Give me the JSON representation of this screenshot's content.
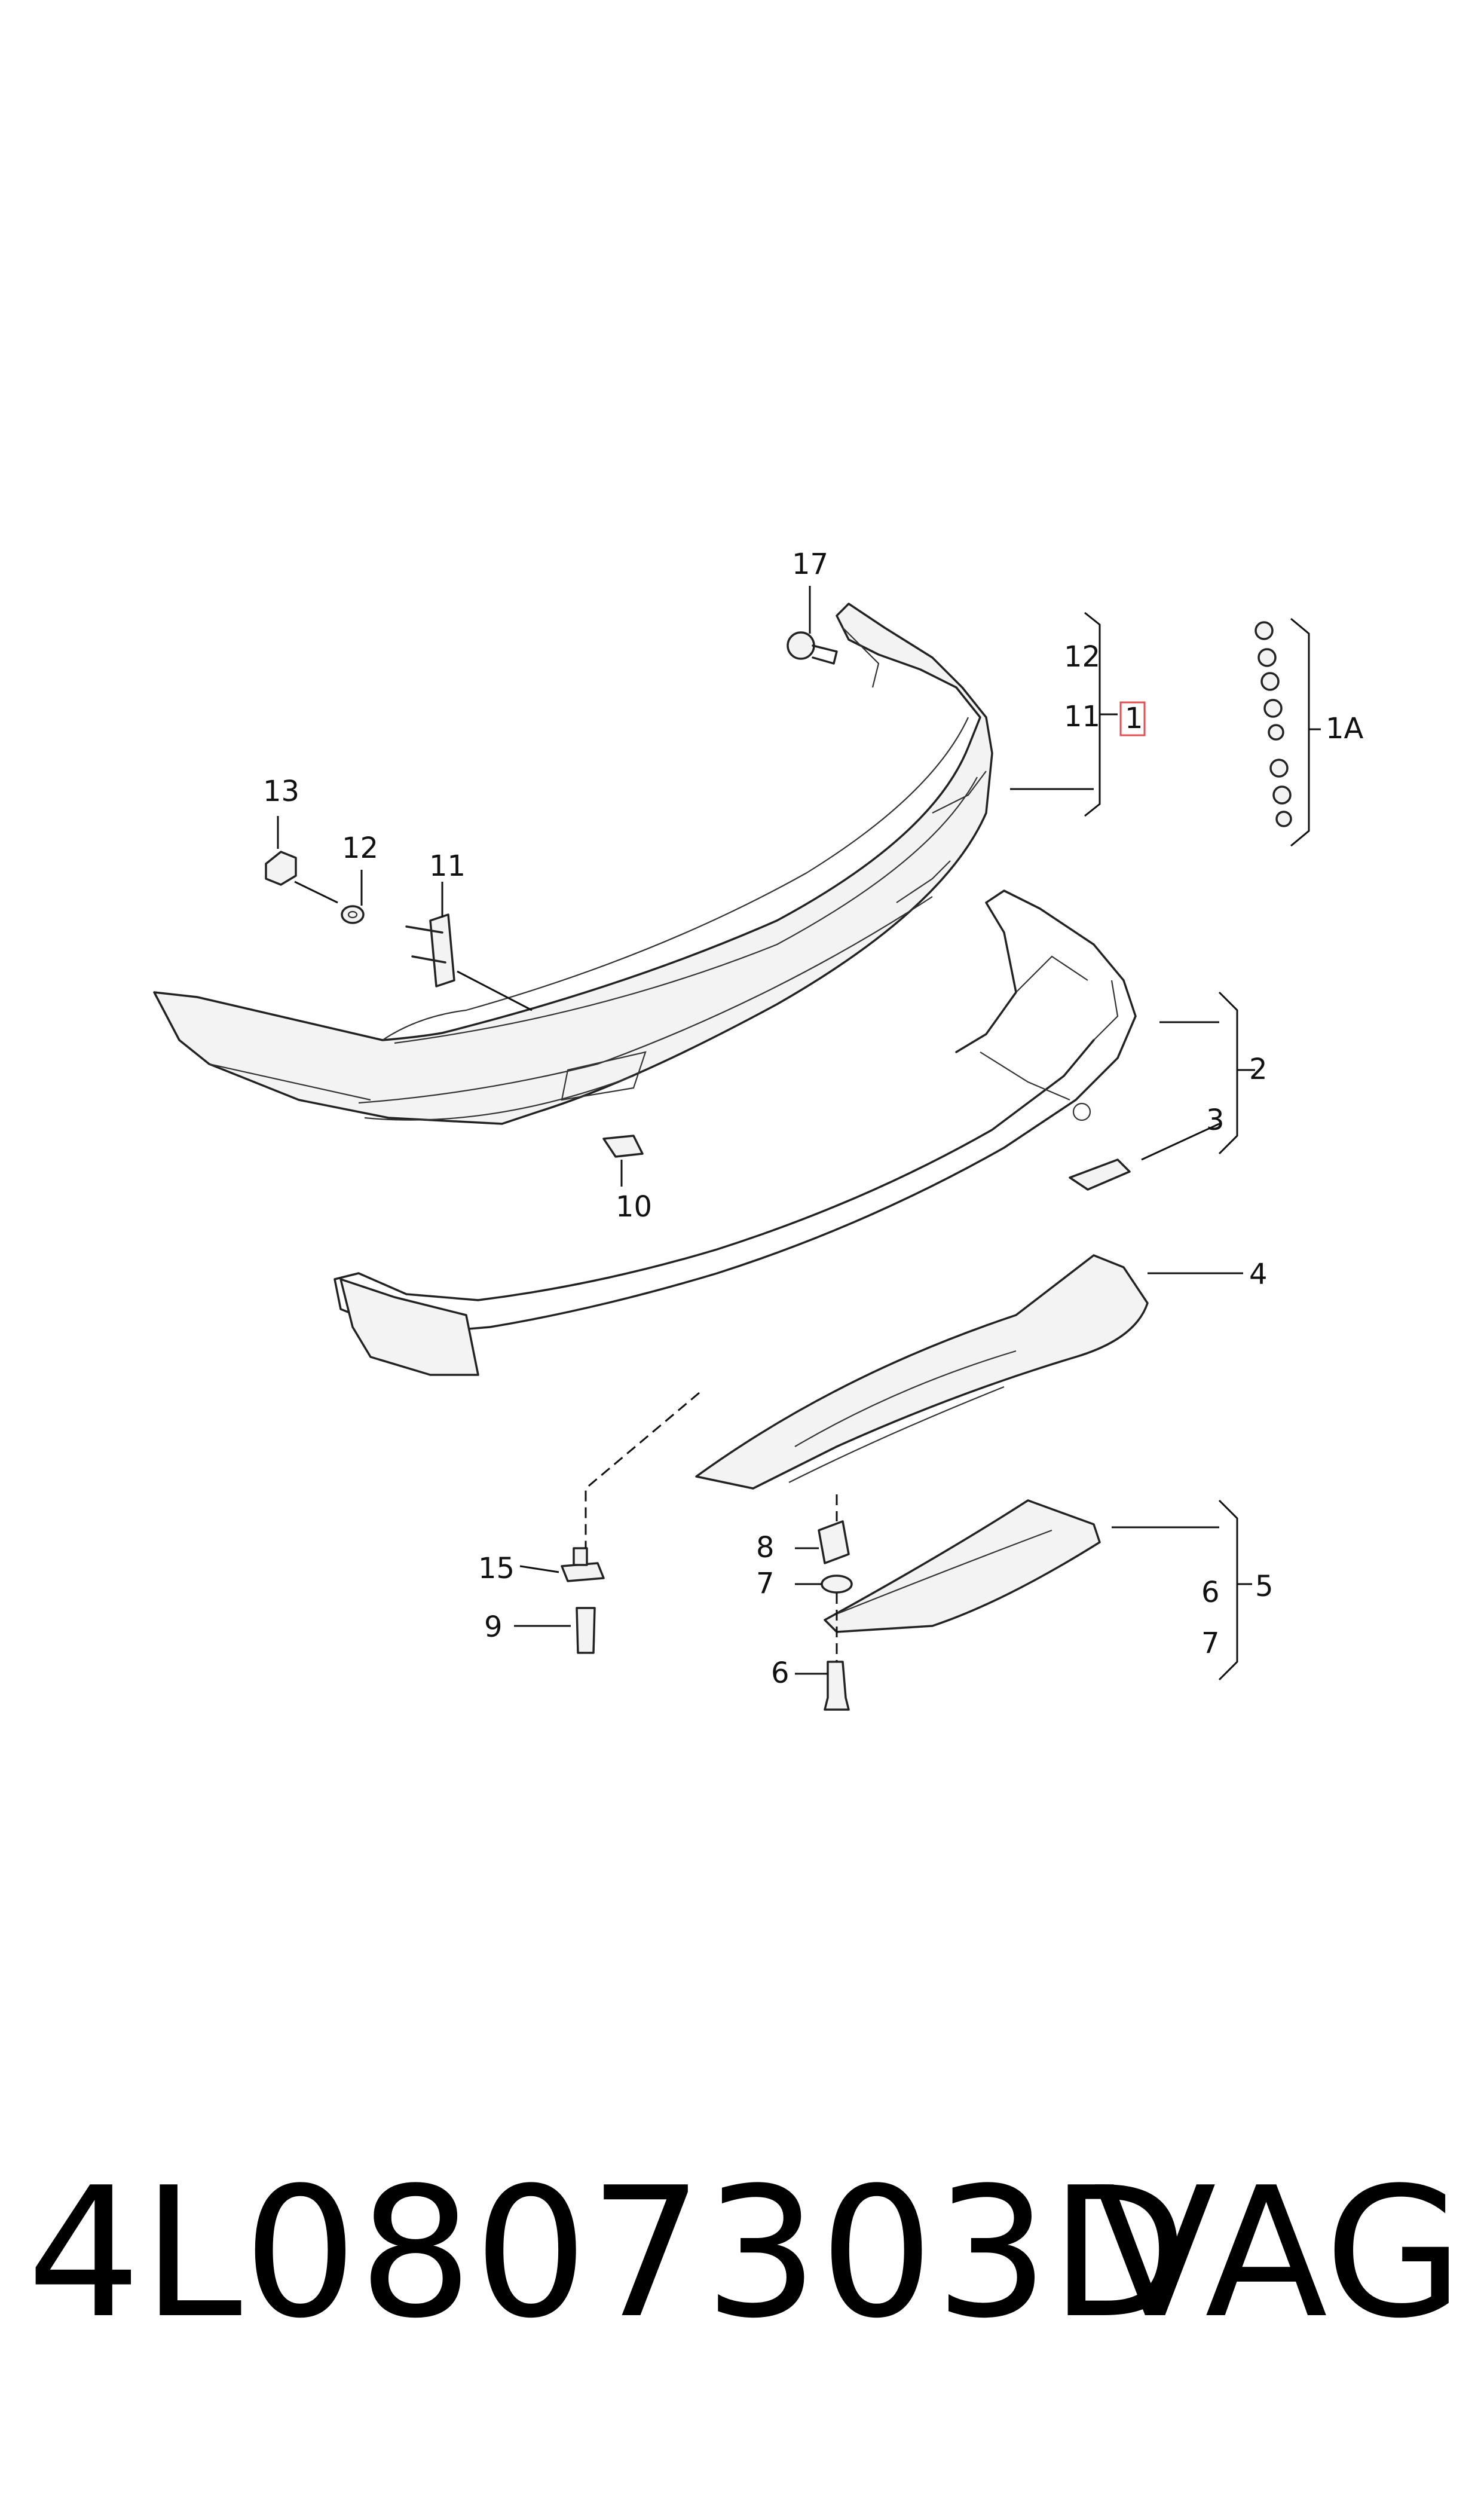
{
  "callouts": {
    "c17": "17",
    "c12_top": "12",
    "c11_top": "11",
    "c1": "1",
    "c1A": "1A",
    "c13": "13",
    "c12": "12",
    "c11": "11",
    "c10": "10",
    "c2": "2",
    "c3": "3",
    "c4": "4",
    "c8": "8",
    "c7": "7",
    "c15": "15",
    "c9": "9",
    "c6": "6",
    "c6_right": "6",
    "c7_right": "7",
    "c5": "5"
  },
  "footer": {
    "part_number": "4L0807303D",
    "brand": "VAG"
  },
  "colors": {
    "highlight": "#e05050",
    "line": "#222222"
  }
}
